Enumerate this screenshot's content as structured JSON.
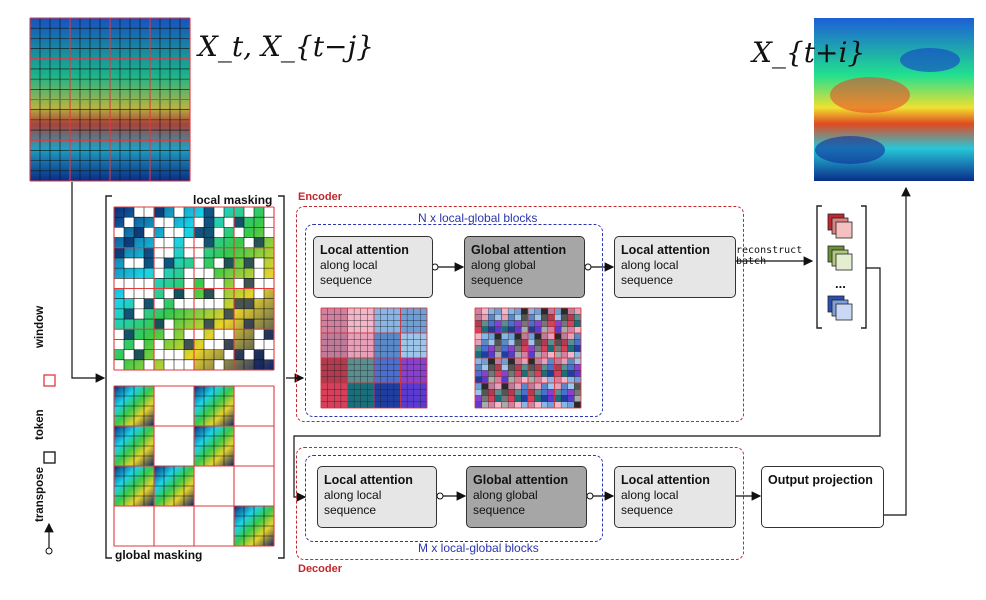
{
  "input_label": "X_t, X_{t−j}",
  "output_label": "X_{t+i}",
  "masking": {
    "local_label": "local masking",
    "global_label": "global masking"
  },
  "legend": {
    "items": [
      {
        "label": "window",
        "icon": "window-square-icon"
      },
      {
        "label": "token",
        "icon": "token-square-icon"
      },
      {
        "label": "transpose",
        "icon": "transpose-arrow-icon"
      }
    ],
    "window_color": "#e0393e"
  },
  "encoder": {
    "title": "Encoder",
    "blocks_label": "N x local-global blocks",
    "local1": {
      "title": "Local attention",
      "line1": "along local",
      "line2": "sequence"
    },
    "global": {
      "title": "Global attention",
      "line1": "along global",
      "line2": "sequence"
    },
    "local2": {
      "title": "Local attention",
      "line1": "along local",
      "line2": "sequence"
    }
  },
  "reconstruct": {
    "line1": "reconstruct",
    "line2": "batch",
    "ellipsis": "..."
  },
  "decoder": {
    "title": "Decoder",
    "blocks_label": "M x local-global blocks",
    "local1": {
      "title": "Local attention",
      "line1": "along local",
      "line2": "sequence"
    },
    "global": {
      "title": "Global attention",
      "line1": "along global",
      "line2": "sequence"
    },
    "local2": {
      "title": "Local attention",
      "line1": "along local",
      "line2": "sequence"
    }
  },
  "output_projection": "Output projection",
  "colors": {
    "encoder": "#c0282d",
    "blocks": "#2b34b0",
    "box_light": "#e6e6e6",
    "box_dark": "#a6a6a6"
  }
}
